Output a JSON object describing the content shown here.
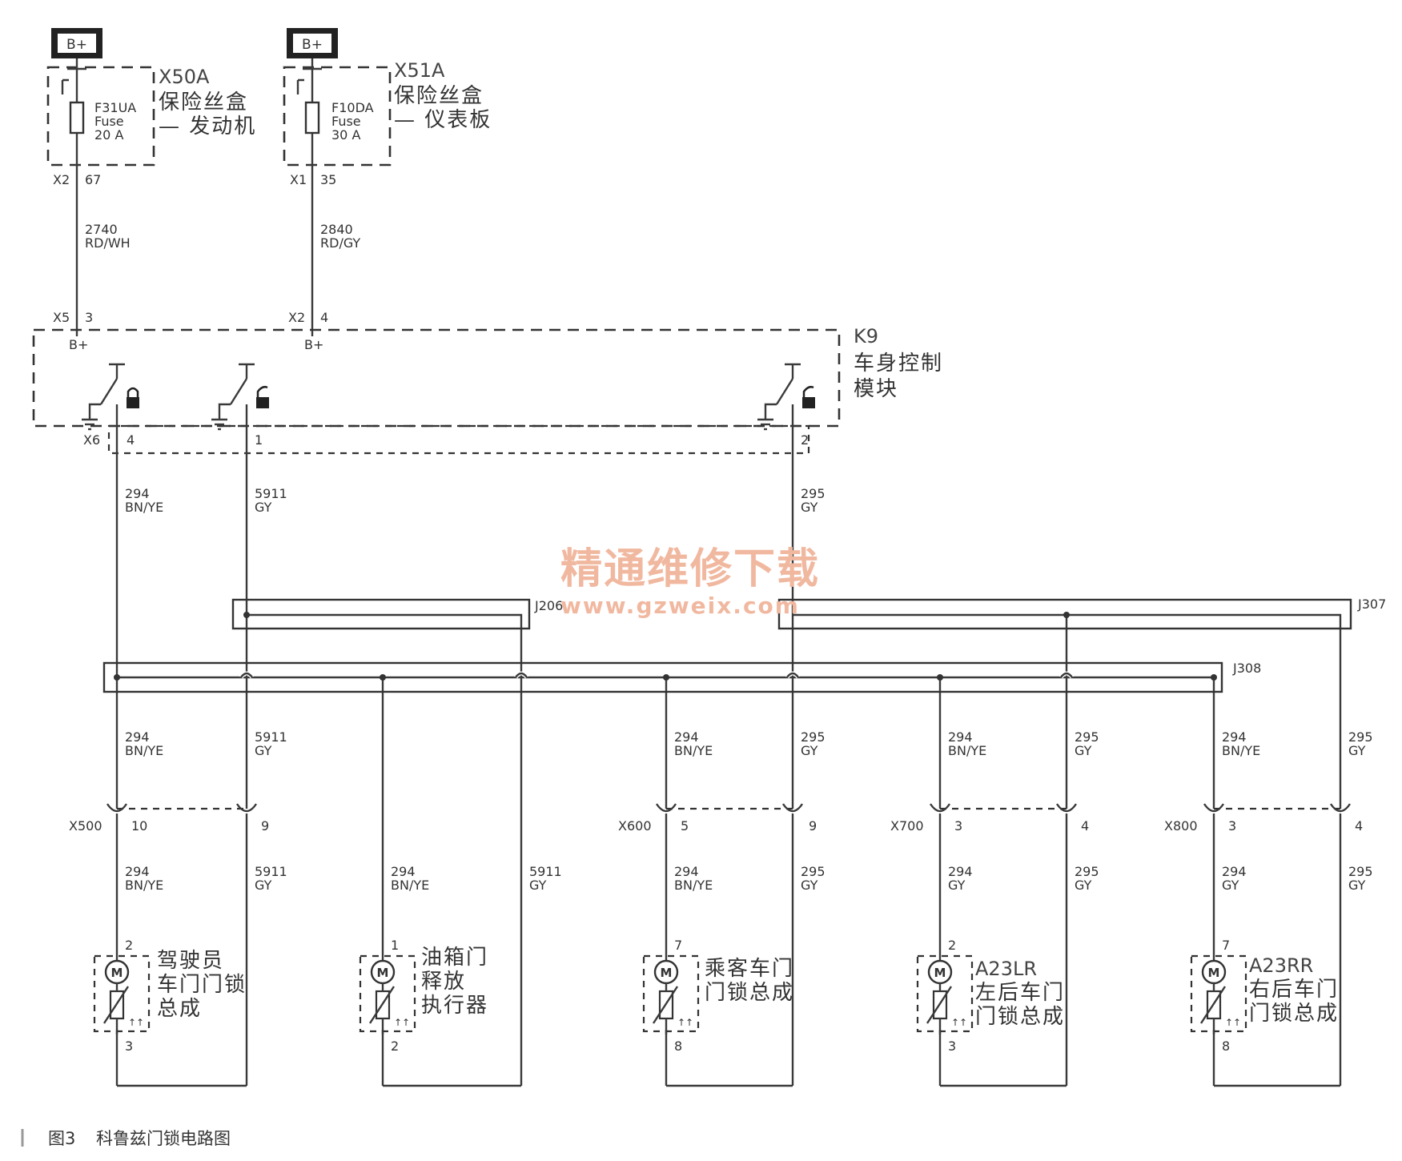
{
  "power": [
    {
      "label": "B+"
    },
    {
      "label": "B+"
    }
  ],
  "fuse_boxes": [
    {
      "id": "X50A",
      "name_l1": "保险丝盒",
      "name_l2": "— 发动机",
      "fuse": "F31UA",
      "fuse_word": "Fuse",
      "rating": "20 A",
      "conn": "X2",
      "pin": "67"
    },
    {
      "id": "X51A",
      "name_l1": "保险丝盒",
      "name_l2": "— 仪表板",
      "fuse": "F10DA",
      "fuse_word": "Fuse",
      "rating": "30 A",
      "conn": "X1",
      "pin": "35"
    }
  ],
  "feed_wires": [
    {
      "num": "2740",
      "color": "RD/WH"
    },
    {
      "num": "2840",
      "color": "RD/GY"
    }
  ],
  "bcm": {
    "id": "K9",
    "name_l1": "车身控制",
    "name_l2": "模块",
    "inputs": [
      {
        "conn": "X5",
        "pin": "3",
        "label": "B+"
      },
      {
        "conn": "X2",
        "pin": "4",
        "label": "B+"
      }
    ],
    "out_conn": "X6",
    "out_pins": [
      "4",
      "1",
      "2"
    ]
  },
  "bcm_out_wires": [
    {
      "num": "294",
      "color": "BN/YE"
    },
    {
      "num": "5911",
      "color": "GY"
    },
    {
      "num": "295",
      "color": "GY"
    }
  ],
  "splices": [
    "J206",
    "J307",
    "J308"
  ],
  "mid_wires": [
    {
      "num": "294",
      "color": "BN/YE"
    },
    {
      "num": "5911",
      "color": "GY"
    },
    {
      "num": "294",
      "color": "BN/YE"
    },
    {
      "num": "295",
      "color": "GY"
    },
    {
      "num": "294",
      "color": "BN/YE"
    },
    {
      "num": "295",
      "color": "GY"
    },
    {
      "num": "294",
      "color": "BN/YE"
    },
    {
      "num": "295",
      "color": "GY"
    }
  ],
  "inline_connectors": [
    {
      "id": "X500",
      "pins": [
        "10",
        "9"
      ]
    },
    {
      "id": "X600",
      "pins": [
        "5",
        "9"
      ]
    },
    {
      "id": "X700",
      "pins": [
        "3",
        "4"
      ]
    },
    {
      "id": "X800",
      "pins": [
        "3",
        "4"
      ]
    }
  ],
  "low_wires": [
    {
      "num": "294",
      "color": "BN/YE"
    },
    {
      "num": "5911",
      "color": "GY"
    },
    {
      "num": "294",
      "color": "BN/YE"
    },
    {
      "num": "5911",
      "color": "GY"
    },
    {
      "num": "294",
      "color": "BN/YE"
    },
    {
      "num": "295",
      "color": "GY"
    },
    {
      "num": "294",
      "color": "GY"
    },
    {
      "num": "295",
      "color": "GY"
    },
    {
      "num": "294",
      "color": "GY"
    },
    {
      "num": "295",
      "color": "GY"
    }
  ],
  "actuators": [
    {
      "l1": "驾驶员",
      "l2": "车门门锁",
      "l3": "总成",
      "pin_top": "2",
      "pin_bot": "3",
      "motor": "M"
    },
    {
      "l1": "油箱门",
      "l2": "释放",
      "l3": "执行器",
      "pin_top": "1",
      "pin_bot": "2",
      "motor": "M"
    },
    {
      "l1": "乘客车门",
      "l2": "门锁总成",
      "l3": "",
      "pin_top": "7",
      "pin_bot": "8",
      "motor": "M"
    },
    {
      "l1": "A23LR",
      "l2": "左后车门",
      "l3": "门锁总成",
      "pin_top": "2",
      "pin_bot": "3",
      "motor": "M"
    },
    {
      "l1": "A23RR",
      "l2": "右后车门",
      "l3": "门锁总成",
      "pin_top": "7",
      "pin_bot": "8",
      "motor": "M"
    }
  ],
  "watermark": {
    "cn": "精通维修下载",
    "url": "www.gzweix.com"
  },
  "caption": {
    "fig": "图3",
    "title": "科鲁兹门锁电路图"
  }
}
